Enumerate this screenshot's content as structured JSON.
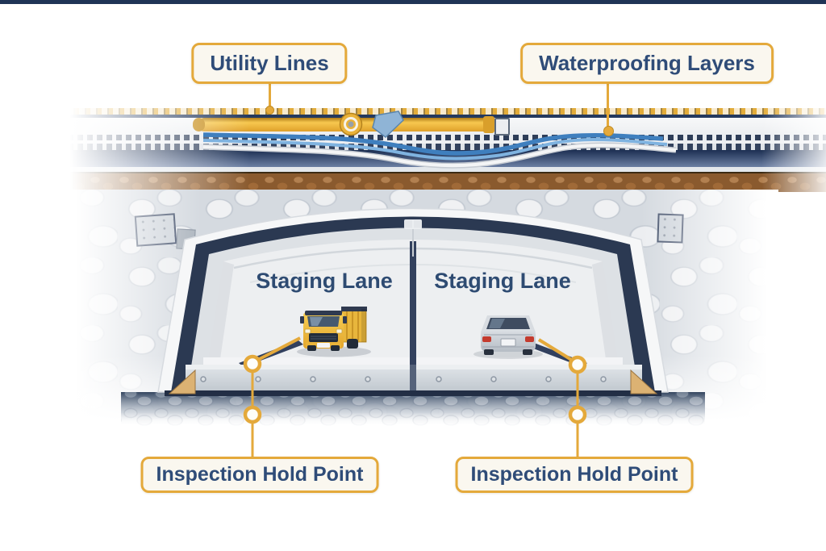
{
  "callouts": {
    "utility_lines": "Utility Lines",
    "waterproofing_layers": "Waterproofing Layers",
    "inspection_hold_point_left": "Inspection Hold Point",
    "inspection_hold_point_right": "Inspection Hold Point"
  },
  "tunnel": {
    "lanes": [
      {
        "label": "Staging Lane",
        "vehicle_icon": "truck-icon"
      },
      {
        "label": "Staging Lane",
        "vehicle_icon": "car-icon"
      }
    ]
  },
  "colors": {
    "callout_border": "#E4A93B",
    "callout_background": "#FAF7EF",
    "callout_text": "#2F4C78",
    "leader_line": "#E4A93B",
    "tunnel_frame_navy": "#2B3952",
    "utility_pipe_yellow": "#F0B83C",
    "cable_blue": "#4A8FD0",
    "soil_brown": "#8A5A2E",
    "truck_yellow": "#F2C230",
    "car_silver": "#C9CED4"
  }
}
